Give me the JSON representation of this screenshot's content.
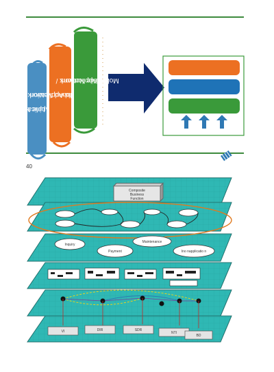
{
  "slide": {
    "columns": [
      {
        "label_line1": "Fixed Line Network /",
        "label_line2": "Fixed  Applications",
        "color": "#4a8fc2"
      },
      {
        "label_line1": "Broadband Network /",
        "label_line2": "Broadband Application",
        "color": "#ec7022"
      },
      {
        "label_line1": "Mobile Network /",
        "label_line2": "Mobile Applications",
        "color": "#3a9a3a"
      }
    ],
    "arrow_color": "#0f2b6e",
    "bars": [
      {
        "color": "#ec7022"
      },
      {
        "color": "#1f73b7"
      },
      {
        "color": "#3a9a3a"
      }
    ],
    "arrow_up_color": "#2f79b4"
  },
  "page_number": "40",
  "diagram": {
    "top_box_line1": "Composite",
    "top_box_line2": "Business",
    "top_box_line3": "Function",
    "service_labels": [
      "Inquiry",
      "Payment",
      "Maintenance",
      "Ino napplicatio n"
    ],
    "bottom_labels": [
      "VI",
      "DIR",
      "SDR",
      "NTI",
      "BD"
    ],
    "layer_color": "#2fb8b4"
  }
}
